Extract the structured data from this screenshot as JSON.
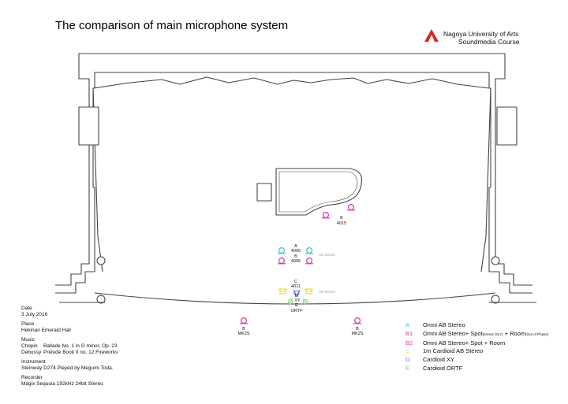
{
  "title": "The comparison of main microphone system",
  "institution": {
    "line1": "Nagoya University of Arts",
    "line2": "Soundmedia Course"
  },
  "piano_mic": {
    "code": "B",
    "model": "4015"
  },
  "mic_rows": [
    {
      "code": "A",
      "model": "4006",
      "note": "AB 100cm"
    },
    {
      "code": "B",
      "model": "4006"
    },
    {
      "code": "C",
      "model": "4011",
      "note": "AB 100cm"
    },
    {
      "code": "D",
      "model": "XY"
    },
    {
      "code": "E",
      "model": "ORTF"
    }
  ],
  "room_mics": [
    {
      "code": "B",
      "model": "MK2S"
    },
    {
      "code": "B",
      "model": "MK2S"
    }
  ],
  "info": {
    "date_label": "Date",
    "date": "3 July 2016",
    "place_label": "Place",
    "place": "Hekinan Emerald Hall",
    "music_label": "Music",
    "music": [
      {
        "composer": "Chopin",
        "work": "Ballade No. 1 in G minor, Op. 23"
      },
      {
        "composer": "Debussy",
        "work": "Prelude Book II no. 12 Fireworks"
      }
    ],
    "instrument_label": "Instrument",
    "instrument": "Steinway D274  Played by Megumi Toda.",
    "recorder_label": "Recorder",
    "recorder": "Magix Sequoia 192kHz 24bit Stereo"
  },
  "legend": [
    {
      "code": "A",
      "color": "#35c6d6",
      "text": "Omni AB Stereo"
    },
    {
      "code": "B1",
      "color": "#d63ab0",
      "text": "Omni AB Stereo+ Spot",
      "small1": "(6msec DLY)",
      "text2": " + Room",
      "small2": "(Out of Phase)"
    },
    {
      "code": "B2",
      "color": "#d63ab0",
      "text": "Omni AB Stereo+ Spot + Room"
    },
    {
      "code": "C",
      "color": "#e8e036",
      "text": "1m Cardioid  AB Stereo"
    },
    {
      "code": "D",
      "color": "#6a6ee0",
      "text": "Cardioid XY"
    },
    {
      "code": "E",
      "color": "#7ed67a",
      "text": "Cardioid ORTF"
    }
  ],
  "colors": {
    "omni_cyan": "#35c6d6",
    "omni_magenta": "#d63ab0",
    "cardioid_yellow": "#e8e036",
    "cardioid_blue": "#6a6ee0",
    "cardioid_green": "#7ed67a",
    "logo_red": "#d42a1e",
    "outline": "#444444"
  }
}
